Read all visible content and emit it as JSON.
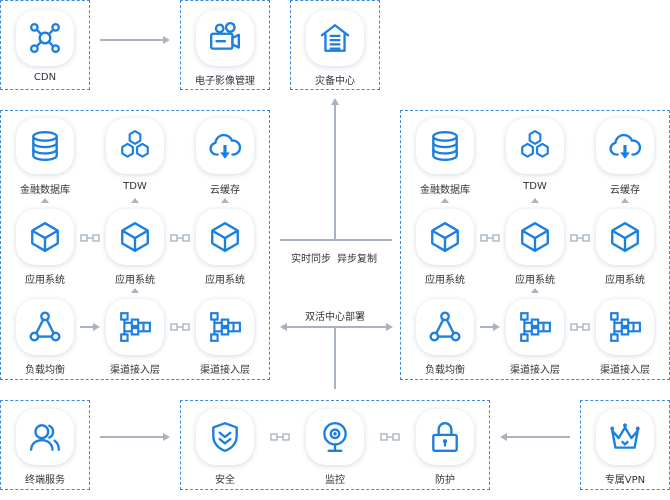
{
  "colors": {
    "accent": "#1a7fe0",
    "border": "#3d8bd8",
    "connector": "#a9b3bf"
  },
  "top": {
    "cdn": {
      "label": "CDN",
      "icon": "network-icon"
    },
    "media": {
      "label": "电子影像管理",
      "icon": "camera-icon"
    },
    "backup": {
      "label": "灾备中心",
      "icon": "house-icon"
    }
  },
  "center": {
    "sync_label": "实时同步",
    "replicate_label": "异步复制",
    "active_label": "双活中心部署"
  },
  "left_dc": {
    "row1": [
      {
        "label": "金融数据库",
        "icon": "database-icon"
      },
      {
        "label": "TDW",
        "icon": "hexagons-icon"
      },
      {
        "label": "云缓存",
        "icon": "cloud-download-icon"
      }
    ],
    "row2": [
      {
        "label": "应用系统",
        "icon": "cube-icon"
      },
      {
        "label": "应用系统",
        "icon": "cube-icon"
      },
      {
        "label": "应用系统",
        "icon": "cube-icon"
      }
    ],
    "row3": [
      {
        "label": "负载均衡",
        "icon": "triangle-nodes-icon"
      },
      {
        "label": "渠道接入层",
        "icon": "branch-icon"
      },
      {
        "label": "渠道接入层",
        "icon": "branch-icon"
      }
    ]
  },
  "right_dc": {
    "row1": [
      {
        "label": "金融数据库",
        "icon": "database-icon"
      },
      {
        "label": "TDW",
        "icon": "hexagons-icon"
      },
      {
        "label": "云缓存",
        "icon": "cloud-download-icon"
      }
    ],
    "row2": [
      {
        "label": "应用系统",
        "icon": "cube-icon"
      },
      {
        "label": "应用系统",
        "icon": "cube-icon"
      },
      {
        "label": "应用系统",
        "icon": "cube-icon"
      }
    ],
    "row3": [
      {
        "label": "负载均衡",
        "icon": "triangle-nodes-icon"
      },
      {
        "label": "渠道接入层",
        "icon": "branch-icon"
      },
      {
        "label": "渠道接入层",
        "icon": "branch-icon"
      }
    ]
  },
  "bottom": {
    "terminal": {
      "label": "终端服务",
      "icon": "users-icon"
    },
    "security": [
      {
        "label": "安全",
        "icon": "shield-icon"
      },
      {
        "label": "监控",
        "icon": "webcam-icon"
      },
      {
        "label": "防护",
        "icon": "lock-icon"
      }
    ],
    "vpn": {
      "label": "专属VPN",
      "icon": "crown-icon"
    }
  }
}
